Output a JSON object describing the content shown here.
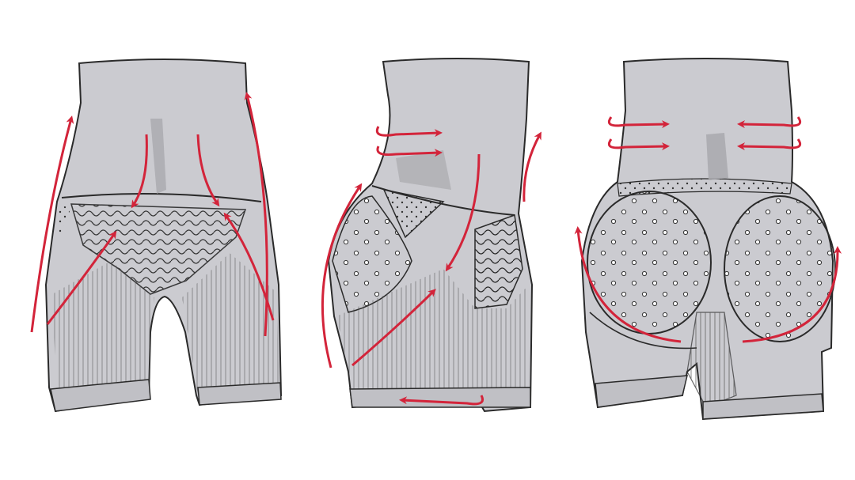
{
  "illustration": {
    "panels": [
      {
        "view": "front"
      },
      {
        "view": "side"
      },
      {
        "view": "back"
      }
    ]
  },
  "colors": {
    "garment_fill": "#cbcbd0",
    "garment_shade": "#a9a9ae",
    "outline": "#2a2a2a",
    "arrow": "#d3243a",
    "background": "#ffffff"
  }
}
